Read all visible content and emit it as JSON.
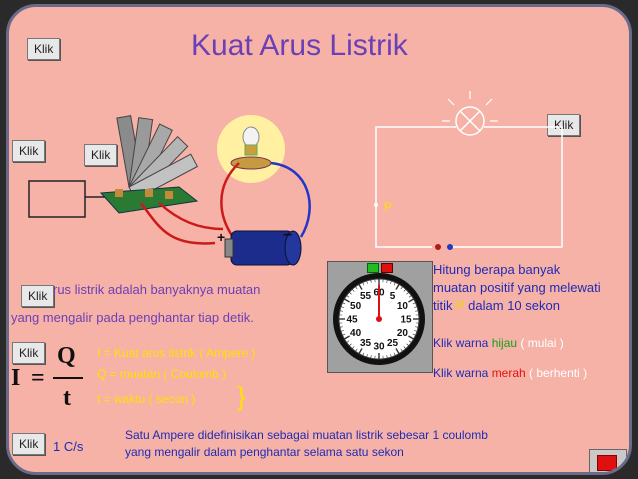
{
  "title": "Kuat Arus Listrik",
  "buttons": {
    "klik_top_left": "Klik",
    "klik_left_1": "Klik",
    "klik_left_2": "Klik",
    "klik_right": "Klik",
    "klik_def": "Klik",
    "klik_formula": "Klik",
    "klik_bottom": "Klik"
  },
  "circuit": {
    "label_p": "P",
    "plus": "+",
    "minus": "−"
  },
  "definition": {
    "line1": "rus listrik adalah banyaknya muatan",
    "line2": "yang mengalir pada penghantar tiap detik."
  },
  "formula": {
    "I": "I",
    "eq": "=",
    "Q": "Q",
    "t": "t",
    "legend_I": "I  = Kuat arus listrik ( Ampere )",
    "legend_Q": "Q = muatan ( Coulomb )",
    "legend_t": "t  = waktu ( secon )",
    "brace": "}"
  },
  "task": {
    "line1": "Hitung berapa banyak",
    "line2": "muatan positif yang melewati",
    "line3a": "titik ",
    "line3p": "P",
    "line3b": " dalam 10 sekon",
    "green_a": "Klik warna ",
    "green_b": "hijau",
    "green_c": " ( ",
    "green_d": "mulai",
    "green_e": " )",
    "red_a": "Klik warna ",
    "red_b": "merah",
    "red_c": " ( ",
    "red_d": "berhenti",
    "red_e": " )"
  },
  "stopwatch": {
    "numbers": [
      "60",
      "5",
      "10",
      "15",
      "20",
      "25",
      "30",
      "35",
      "40",
      "45",
      "50",
      "55"
    ]
  },
  "bottom": {
    "unit": "1 C/s",
    "ampere_line1": "Satu Ampere didefinisikan sebagai muatan listrik sebesar 1 coulomb",
    "ampere_line2": "yang mengalir dalam penghantar selama satu sekon"
  },
  "colors": {
    "bg": "#f7b2a8",
    "title": "#6b3fb5",
    "text_yellow": "#ffe000"
  }
}
